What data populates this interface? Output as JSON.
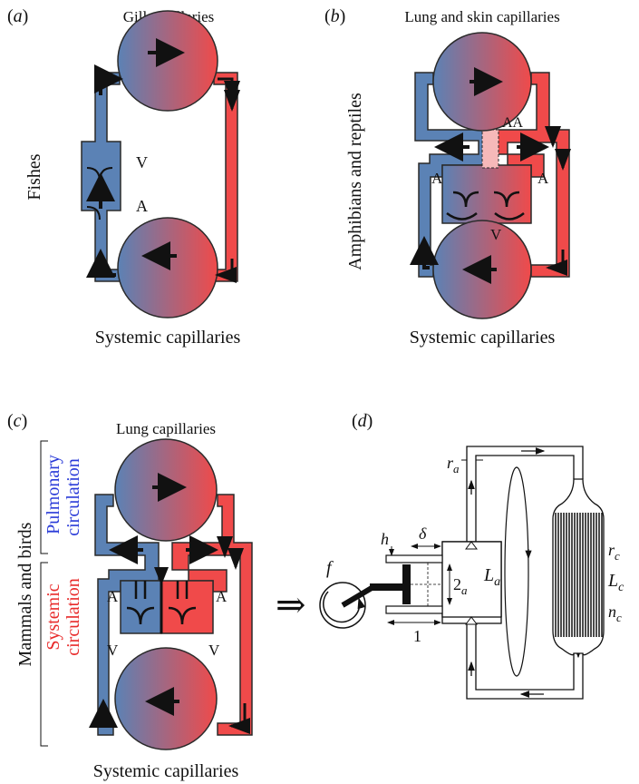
{
  "colors": {
    "venous": "#5b82b5",
    "arterial": "#f04a4a",
    "outline": "#2a2a2a",
    "pulmonary_label": "#2a3bd8",
    "systemic_label": "#e82a2a",
    "aa_fill": "#f6b9b9"
  },
  "panel_a": {
    "letter": "a",
    "top_label": "Gill capillaries",
    "side_label": "Fishes",
    "bottom_label": "Systemic capillaries",
    "label_v": "V",
    "label_a": "A"
  },
  "panel_b": {
    "letter": "b",
    "top_label": "Lung and skin capillaries",
    "side_label": "Amphibians and reptiles",
    "bottom_label": "Systemic capillaries",
    "label_aa": "AA",
    "label_a_left": "A",
    "label_a_right": "A",
    "label_v": "V"
  },
  "panel_c": {
    "letter": "c",
    "top_label": "Lung capillaries",
    "side_label": "Mammals and birds",
    "pulmonary_line1": "Pulmonary",
    "pulmonary_line2": "circulation",
    "systemic_line1": "Systemic",
    "systemic_line2": "circulation",
    "bottom_label": "Systemic capillaries",
    "label_a_left": "A",
    "label_a_right": "A",
    "label_v_left": "V",
    "label_v_right": "V"
  },
  "panel_d": {
    "letter": "d",
    "label_r_a": "r",
    "label_r_a_sub": "a",
    "label_f": "f",
    "label_h": "h",
    "label_delta": "δ",
    "label_2a": "2",
    "label_2a_sub": "a",
    "label_1": "1",
    "label_L_a": "L",
    "label_L_a_sub": "a",
    "label_r_c": "r",
    "label_r_c_sub": "c",
    "label_L_c": "L",
    "label_L_c_sub": "c",
    "label_n_c": "n",
    "label_n_c_sub": "c"
  }
}
